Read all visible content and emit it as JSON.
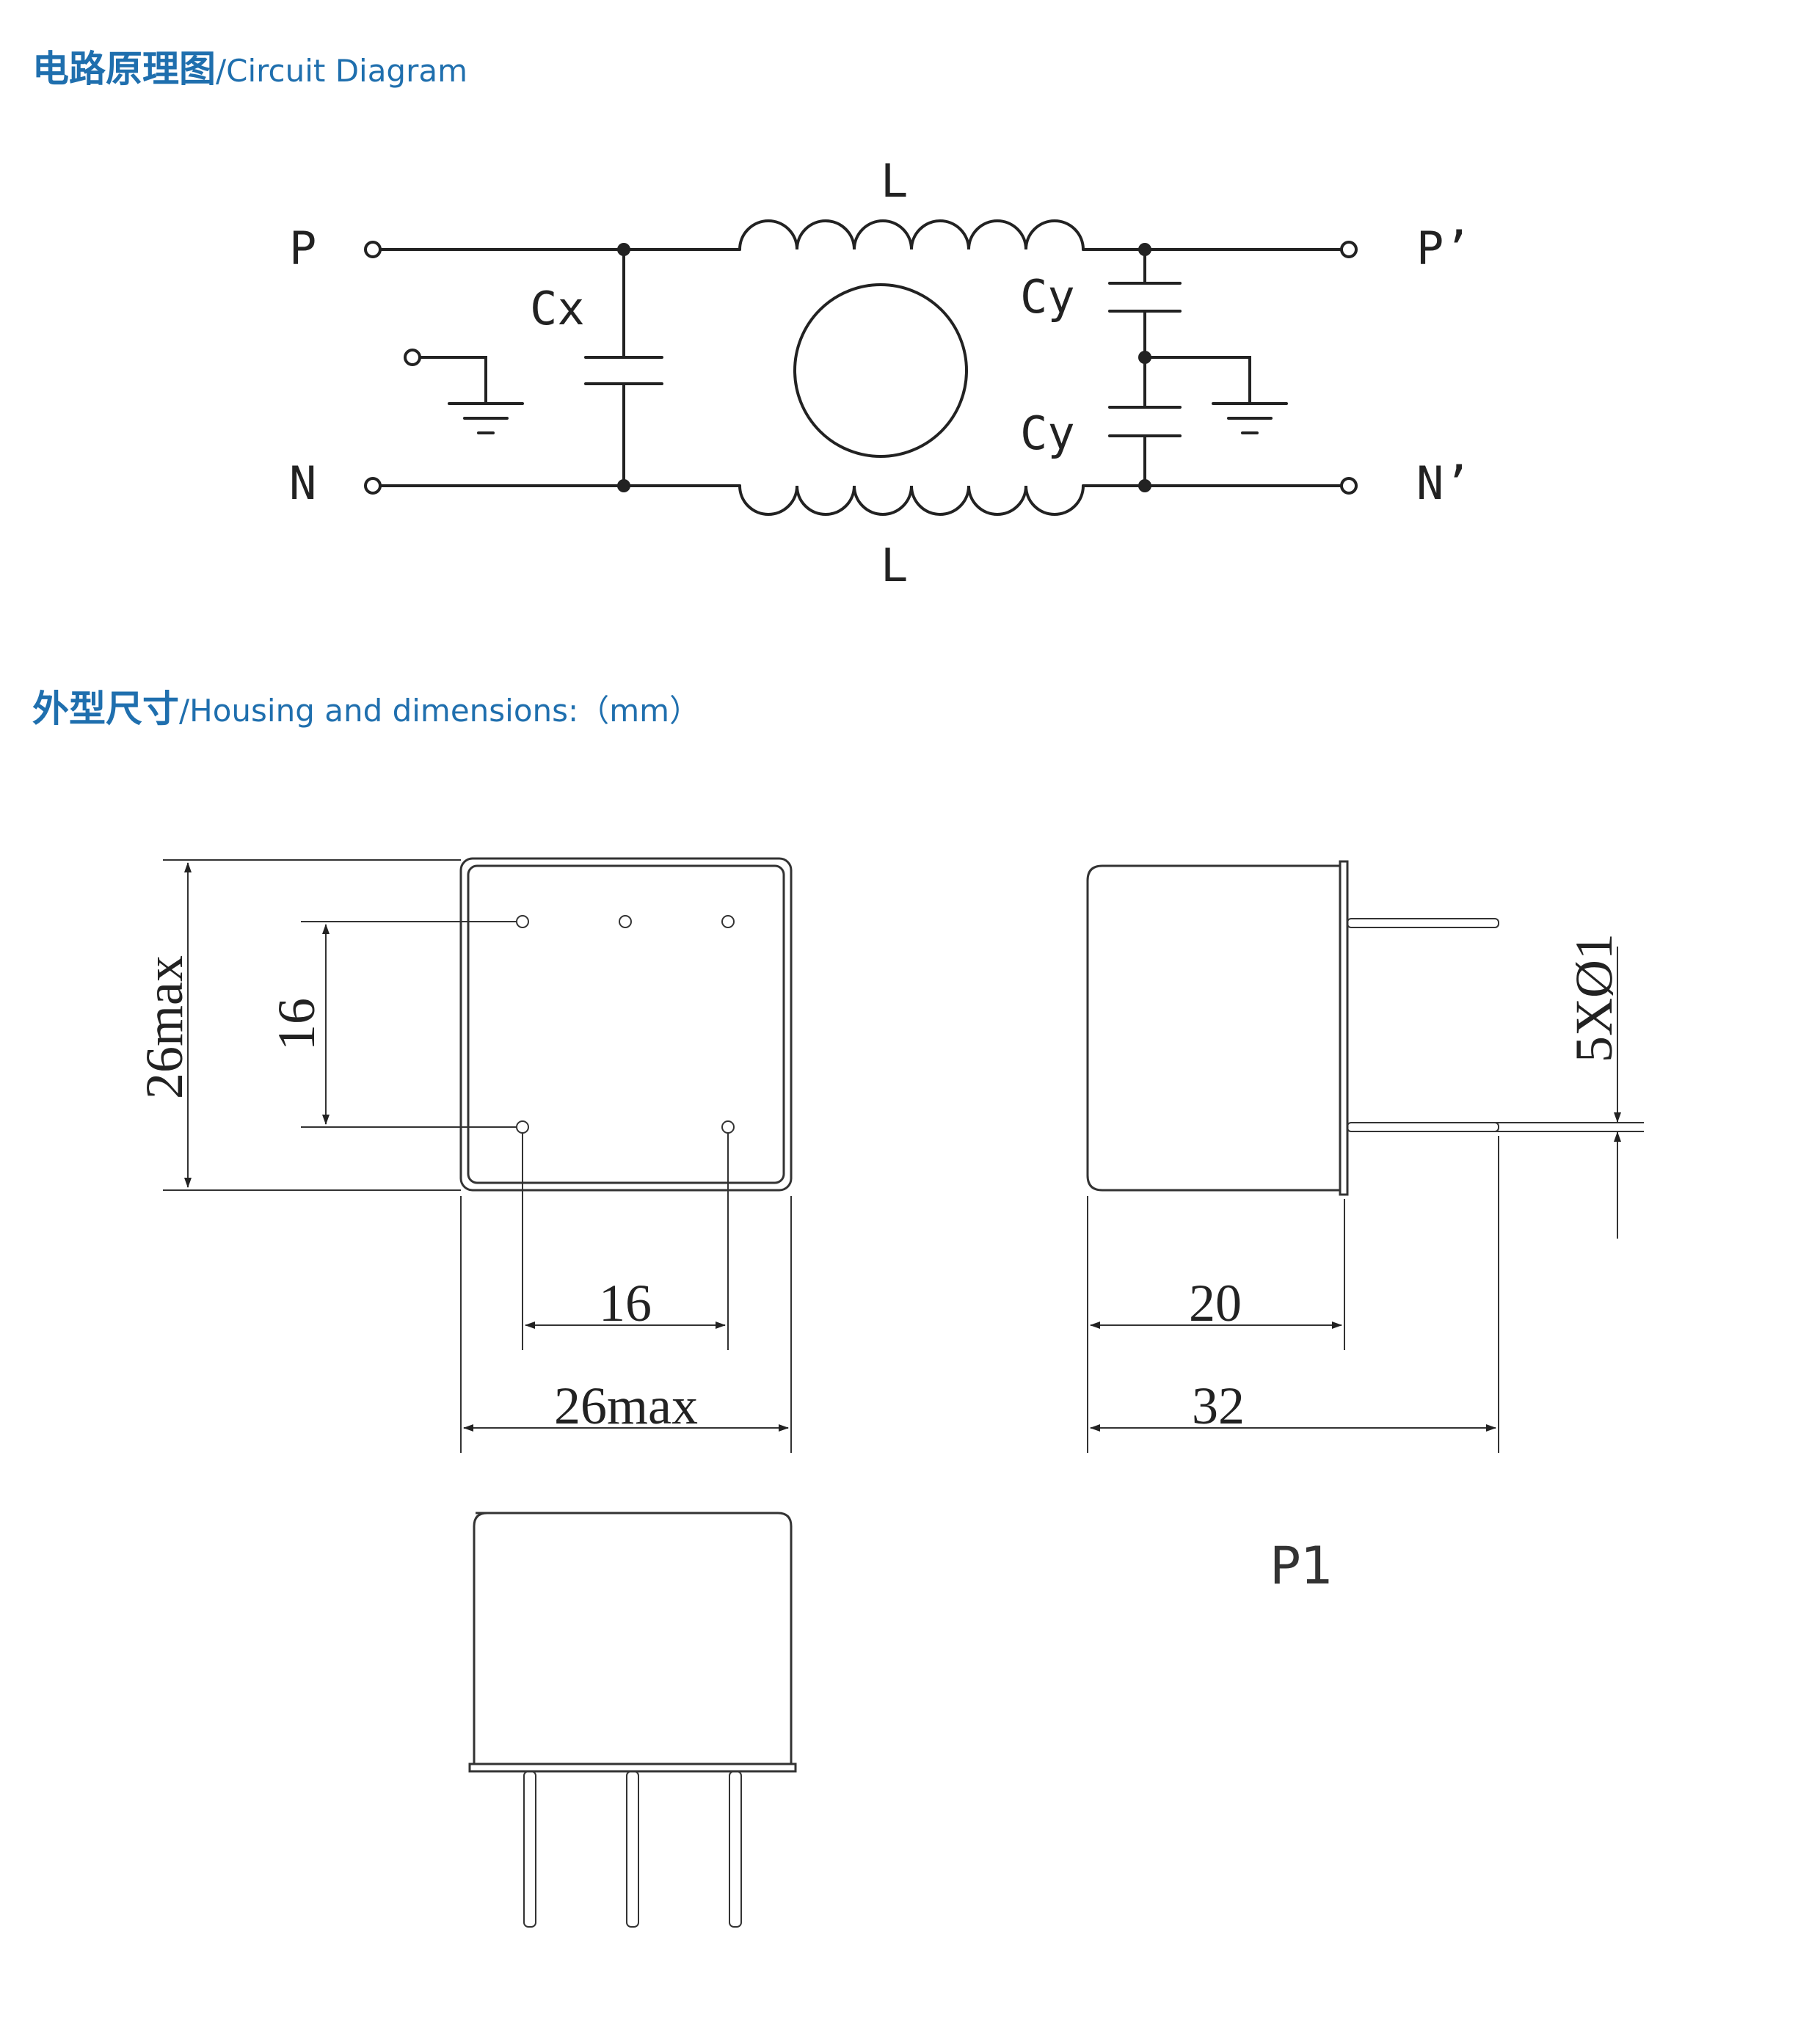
{
  "headings": {
    "circuit": {
      "cn": "电路原理图",
      "en": "/Circuit Diagram"
    },
    "housing": {
      "cn": "外型尺寸",
      "en": "/Housing and dimensions:（mm）"
    }
  },
  "circuit": {
    "terminals": {
      "p_in": "P",
      "n_in": "N",
      "p_out": "P’",
      "n_out": "N’"
    },
    "inductor_top": "L",
    "inductor_bottom": "L",
    "cap_x": "Cx",
    "cap_y_top": "Cy",
    "cap_y_bottom": "Cy"
  },
  "dimensions": {
    "height_overall": "26max",
    "pin_pitch_vertical": "16",
    "pin_pitch_horizontal": "16",
    "width_overall": "26max",
    "depth_body": "20",
    "depth_with_pins": "32",
    "pin_spec": "5XØ1"
  },
  "model_label": "P1"
}
